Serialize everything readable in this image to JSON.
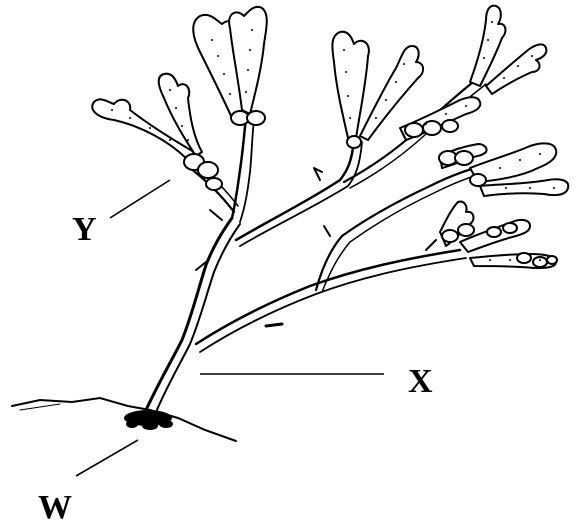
{
  "diagram": {
    "labels": {
      "w": "W",
      "x": "X",
      "y": "Y"
    },
    "colors": {
      "ink": "#000000",
      "paper": "#ffffff",
      "thallus_fill": "#ffffff"
    }
  }
}
